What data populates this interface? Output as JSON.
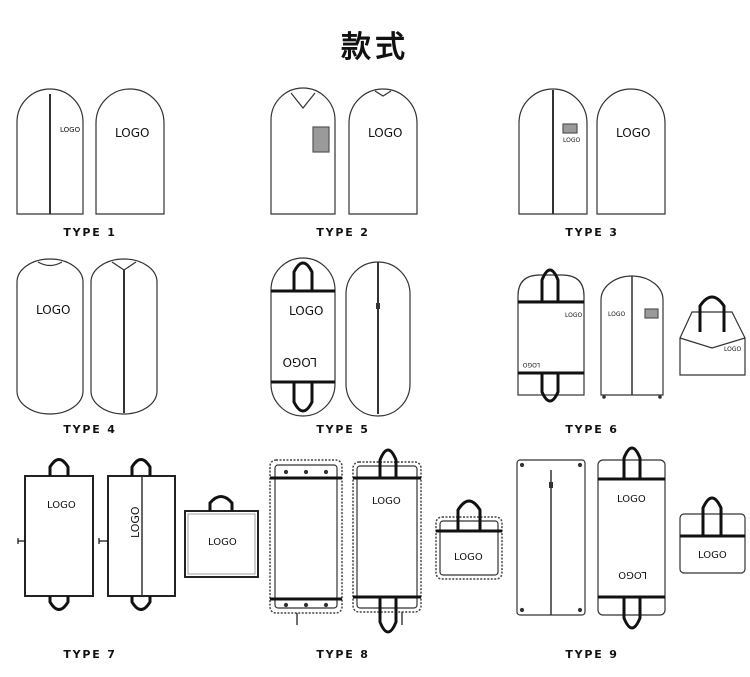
{
  "title": "款式",
  "labels": {
    "type1": "TYPE 1",
    "type2": "TYPE 2",
    "type3": "TYPE 3",
    "type4": "TYPE 4",
    "type5": "TYPE 5",
    "type6": "TYPE 6",
    "type7": "TYPE 7",
    "type8": "TYPE 8",
    "type9": "TYPE 9"
  },
  "logo_text": "LOGO",
  "colors": {
    "outline": "#333333",
    "handle": "#111111",
    "band": "#1a1a1a",
    "label_box": "#9a9a9a"
  }
}
